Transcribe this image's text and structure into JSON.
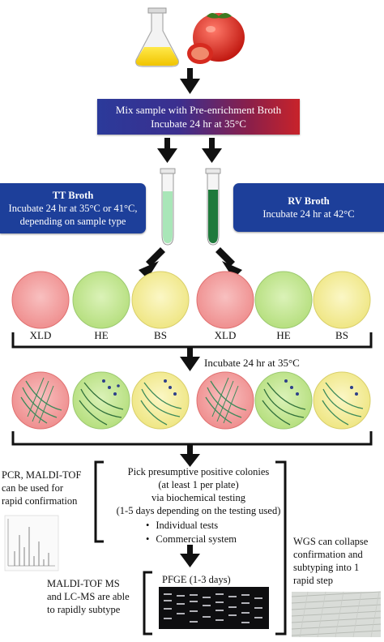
{
  "step1": {
    "line1": "Mix sample with Pre-enrichment Broth",
    "line2": "Incubate 24 hr at 35°C"
  },
  "tt_broth": {
    "title": "TT Broth",
    "line1": "Incubate 24 hr at 35°C or 41°C,",
    "line2": "depending on sample type"
  },
  "rv_broth": {
    "title": "RV Broth",
    "line1": "Incubate 24 hr at 42°C"
  },
  "plates": [
    "XLD",
    "HE",
    "BS",
    "XLD",
    "HE",
    "BS"
  ],
  "incubate2": "Incubate 24 hr at 35°C",
  "pick": {
    "line1": "Pick presumptive positive colonies",
    "line2": "(at least 1 per plate)",
    "line3": "via biochemical testing",
    "line4": "(1-5 days depending on the testing used)",
    "bullets": [
      "Individual tests",
      "Commercial system"
    ]
  },
  "pcr_note": {
    "line1": "PCR, MALDI-TOF",
    "line2": "can be used for",
    "line3": "rapid confirmation"
  },
  "maldi_note": {
    "line1": "MALDI-TOF MS",
    "line2": "and LC-MS are able",
    "line3": "to rapidly subtype"
  },
  "wgs_note": {
    "line1": "WGS can collapse",
    "line2": "confirmation and",
    "line3": "subtyping into 1",
    "line4": "rapid step"
  },
  "pfge": "PFGE (1-3 days)",
  "colors": {
    "banner_start": "#2b3a9a",
    "banner_end": "#c8232a",
    "broth_box": "#1d3f9a",
    "xld_plate": "#f4a5a5",
    "he_plate": "#c7e89a",
    "bs_plate": "#f6f0a0",
    "tt_tube": "#a9e6b8",
    "rv_tube": "#1f7a3c"
  }
}
